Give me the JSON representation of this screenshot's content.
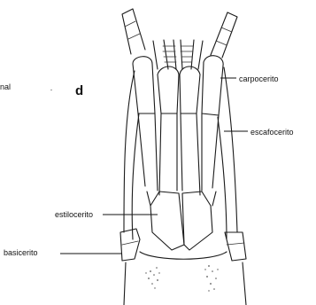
{
  "figure": {
    "panel_letter": "d",
    "partial_left_label": "nal",
    "labels": {
      "carpocerito": "carpocerito",
      "escafocerito": "escafocerito",
      "estilocerito": "estilocerito",
      "basicerito": "basicerito"
    }
  }
}
